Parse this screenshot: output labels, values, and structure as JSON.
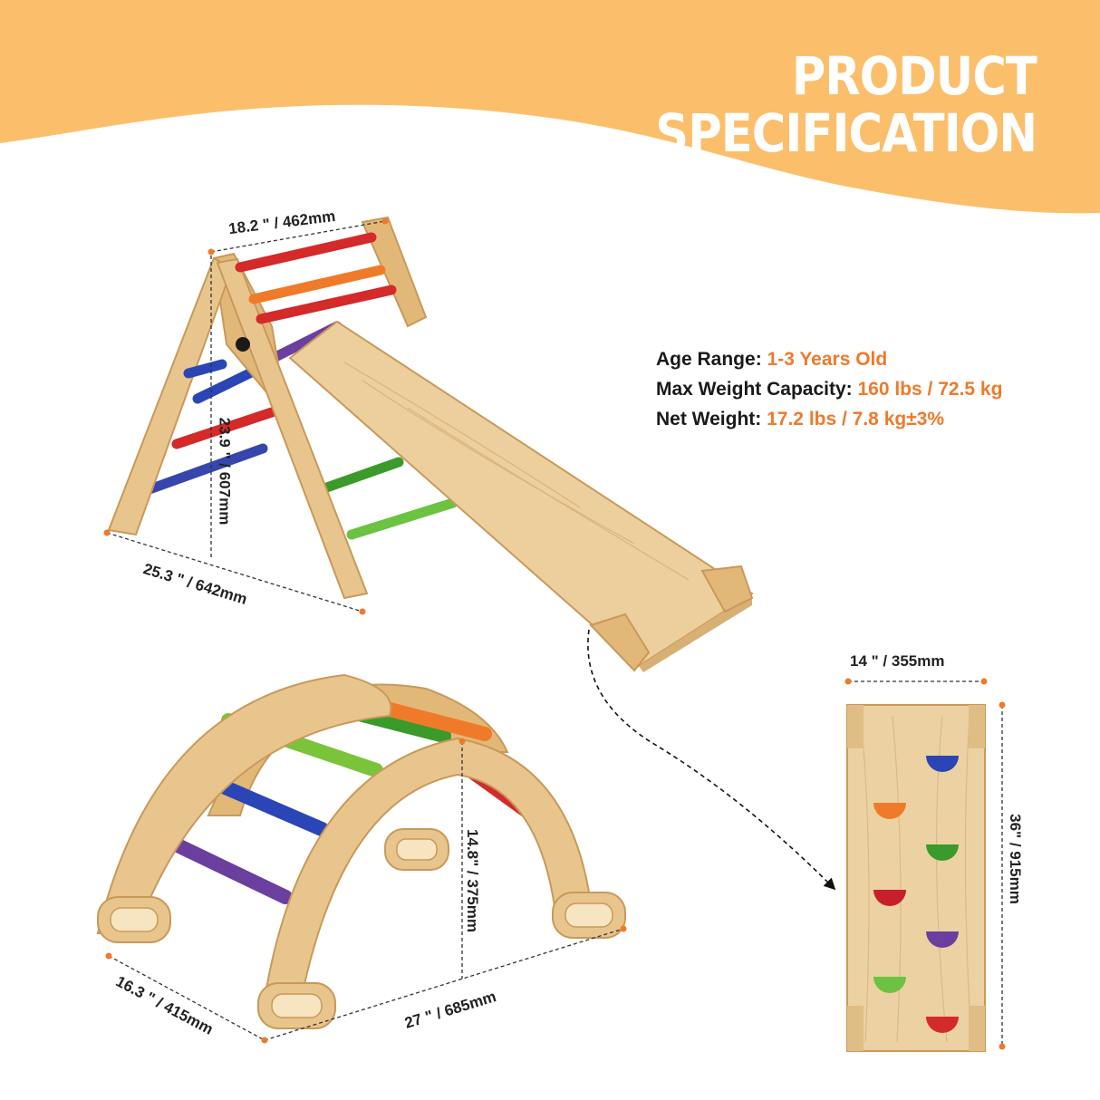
{
  "title": {
    "line1": "PRODUCT",
    "line2": "SPECIFICATION"
  },
  "specs": [
    {
      "label": "Age Range",
      "value": "1-3 Years Old"
    },
    {
      "label": "Max Weight Capacity",
      "value": "160 lbs / 72.5 kg"
    },
    {
      "label": "Net Weight",
      "value": "17.2 lbs / 7.8 kg±3%"
    }
  ],
  "dimensions": {
    "triangle_width": "18.2 \" / 462mm",
    "triangle_height": "23.9 \" / 607mm",
    "triangle_depth": "25.3 \" / 642mm",
    "ramp_width": "14 \" / 355mm",
    "ramp_length": "36\" / 915mm",
    "arch_height": "14.8\" / 375mm",
    "arch_depth": "16.3 \" / 415mm",
    "arch_length": "27 \" / 685mm"
  },
  "colors": {
    "banner": "#fbbf6c",
    "accent": "#ee7a2c",
    "wood": "#e9c58e",
    "wood_edge": "#c9995a"
  }
}
